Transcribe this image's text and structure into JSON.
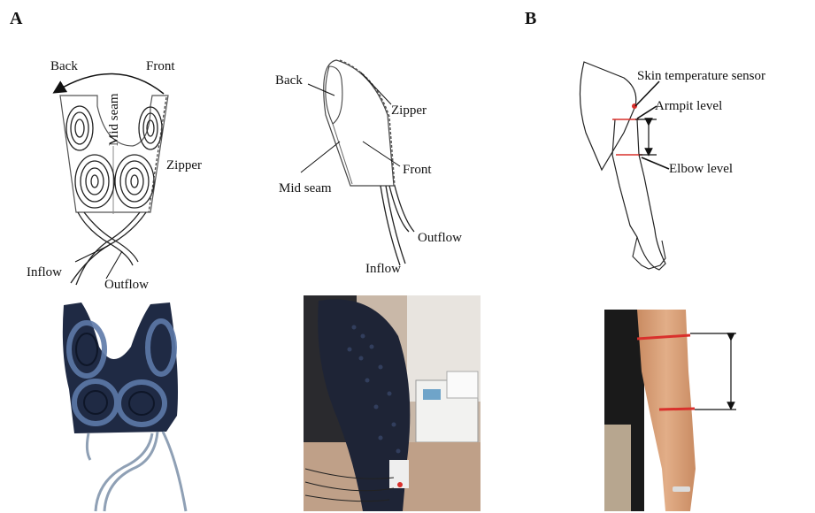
{
  "panels": {
    "a": {
      "letter": "A"
    },
    "b": {
      "letter": "B"
    }
  },
  "pad_diagram": {
    "back": "Back",
    "front": "Front",
    "mid_seam": "Mid seam",
    "zipper": "Zipper",
    "inflow": "Inflow",
    "outflow": "Outflow"
  },
  "sleeve_diagram": {
    "back": "Back",
    "zipper": "Zipper",
    "front": "Front",
    "mid_seam": "Mid seam",
    "outflow": "Outflow",
    "inflow": "Inflow"
  },
  "arm_diagram": {
    "skin_sensor": "Skin temperature sensor",
    "armpit": "Armpit level",
    "elbow": "Elbow level"
  },
  "colors": {
    "marker_red": "#d9302c",
    "pad_fabric": "#1f2a44",
    "tube_blue": "#3d5a8a",
    "skin": "#d9a07a"
  }
}
